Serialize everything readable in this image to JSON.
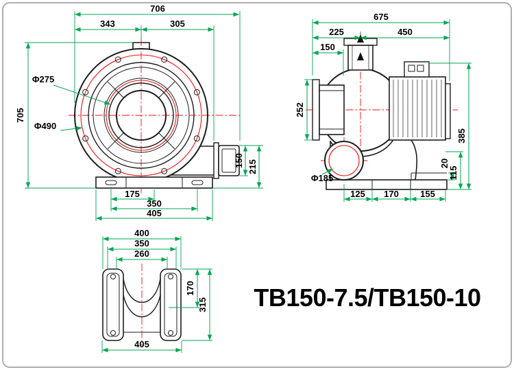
{
  "title": "TB150-7.5/TB150-10",
  "colors": {
    "dimension": "#00a651",
    "centerline": "#ee1111",
    "drawing": "#1c1c1c",
    "border": "#aeaeae"
  },
  "front_view": {
    "dim_overall_width": "706",
    "dim_width_left": "343",
    "dim_width_right": "305",
    "dim_overall_height": "705",
    "dim_inlet_flange_diameter": "Φ275",
    "dim_housing_diameter": "Φ490",
    "dim_outlet_flange_height": "150",
    "dim_outlet_to_base": "215",
    "dim_foot_slot_to_center": "175",
    "dim_foot_bolt_spacing": "350",
    "dim_base_width": "405"
  },
  "side_view": {
    "dim_overall_length": "675",
    "dim_inlet_to_axis": "225",
    "dim_axis_to_motor_end": "450",
    "dim_inlet_length": "150",
    "dim_inlet_flange_height": "252",
    "dim_overall_height": "385",
    "dim_base_step": "20",
    "dim_base_height": "115",
    "dim_port_diameter": "Φ185",
    "dim_base_front": "125",
    "dim_base_middle": "170",
    "dim_base_rear": "155"
  },
  "bottom_view": {
    "dim_top_width": "400",
    "dim_bolt_spacing": "350",
    "dim_inner_width": "260",
    "dim_slot_length": "170",
    "dim_overall_depth": "315",
    "dim_overall_width": "405"
  }
}
